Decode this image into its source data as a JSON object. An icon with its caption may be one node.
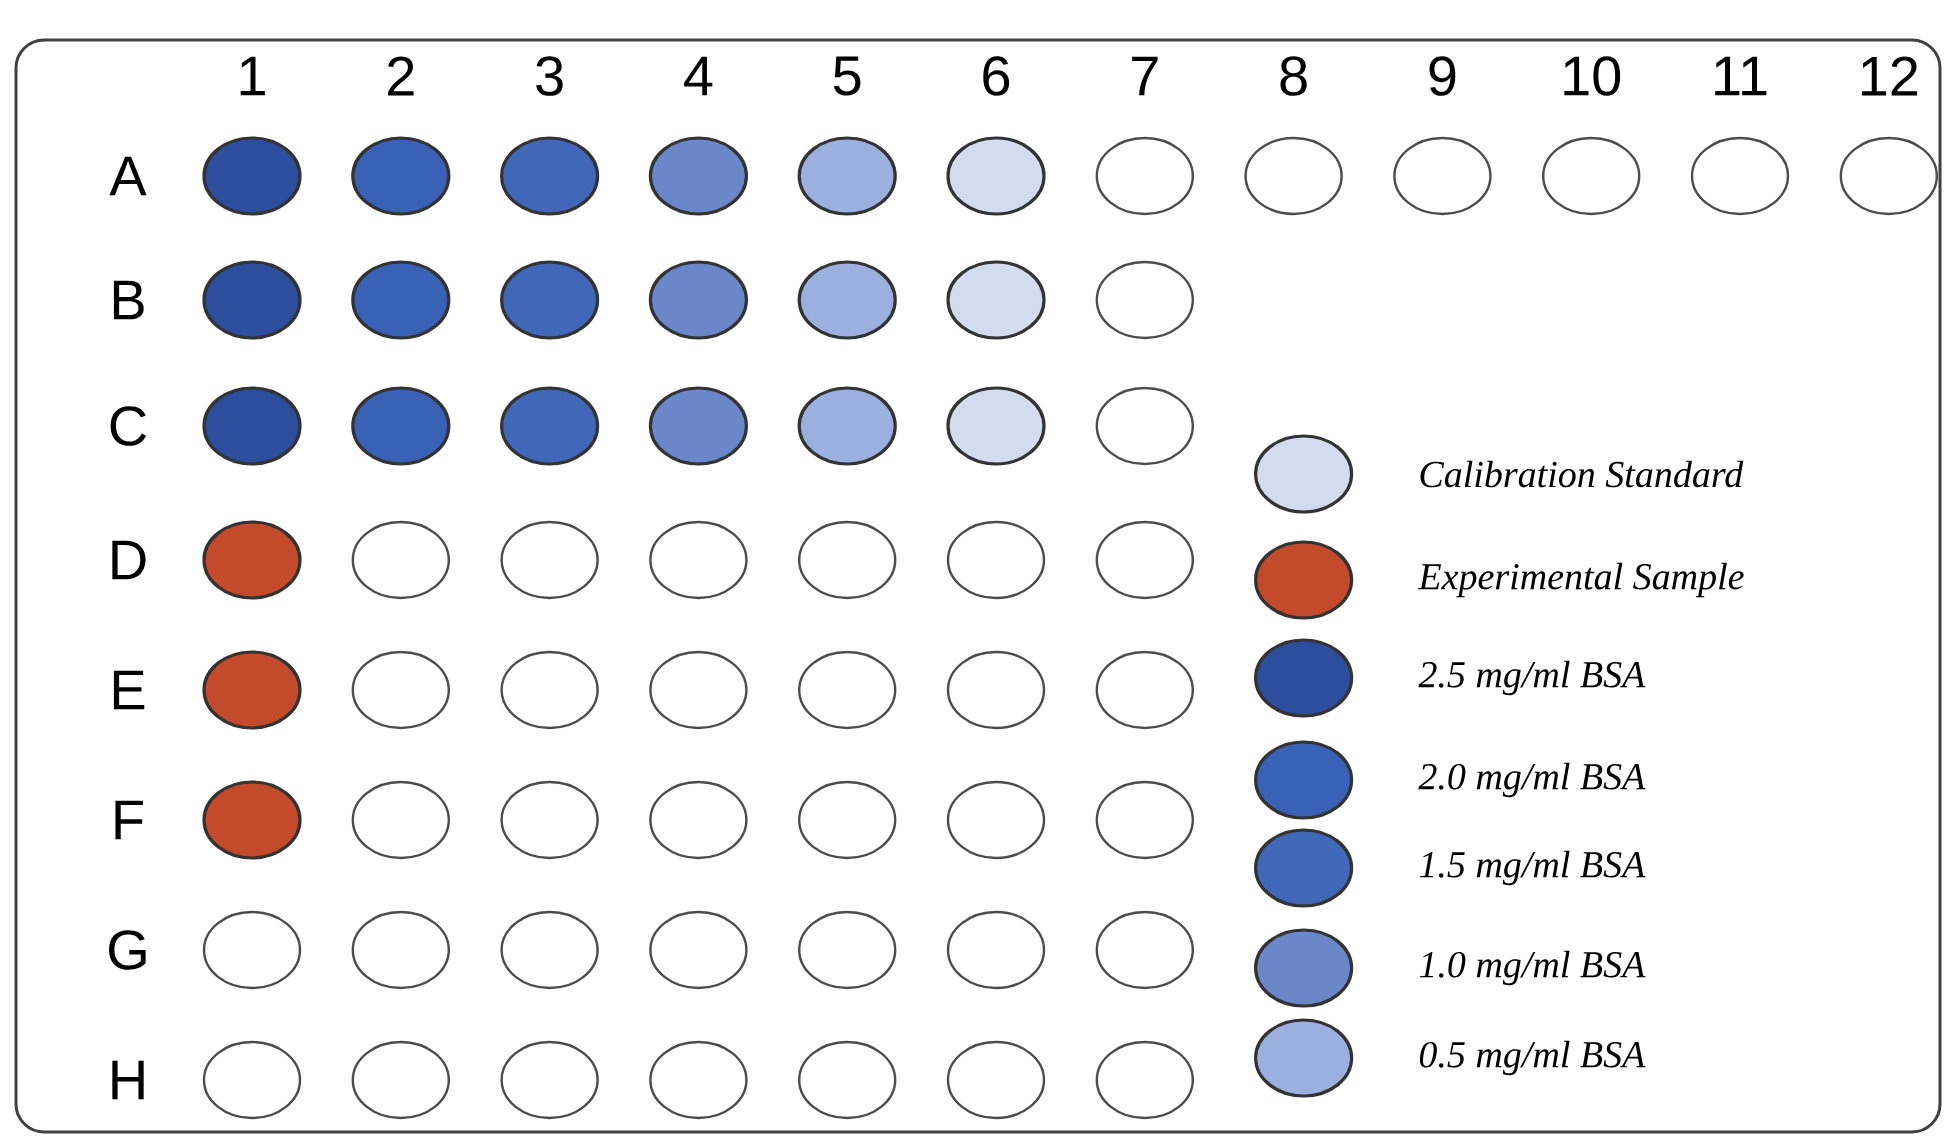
{
  "diagram": {
    "labels": [
      "1",
      "2",
      "3",
      "4",
      "5",
      "6",
      "7",
      "8",
      "9",
      "10",
      "11",
      "12",
      "A",
      "B",
      "C",
      "D",
      "E",
      "F",
      "G",
      "H"
    ],
    "legend": [
      {
        "text": "Calibration Standard",
        "color": "#d3dbee"
      },
      {
        "text": "Experimental Sample",
        "color": "#c44a2c"
      },
      {
        "text": "2.5 mg/ml BSA",
        "color": "#2c4e9c"
      },
      {
        "text": "2.0 mg/ml BSA",
        "color": "#3961b6"
      },
      {
        "text": "1.5 mg/ml BSA",
        "color": "#4067b8"
      },
      {
        "text": "1.0 mg/ml BSA",
        "color": "#6a88c9"
      },
      {
        "text": "0.5 mg/ml BSA",
        "color": "#9cb0e0"
      }
    ]
  }
}
